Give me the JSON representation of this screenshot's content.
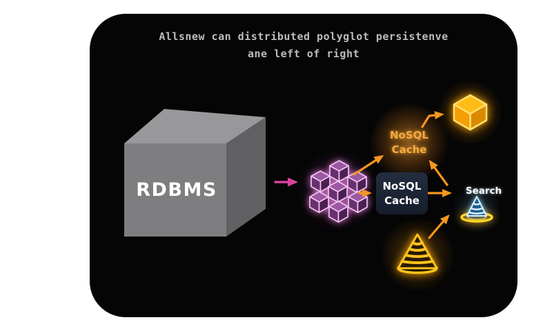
{
  "title": {
    "line1": "Allsnew can distributed polyglot persistenve",
    "line2": "ane left of right"
  },
  "nodes": {
    "rdbms": {
      "label": "RDBMS",
      "shape": "gray-3d-cube"
    },
    "cluster": {
      "icon": "purple-cube-cluster-icon"
    },
    "nosql_top": {
      "line1": "NoSQL",
      "line2": "Cache"
    },
    "nosql_bottom": {
      "line1": "NoSQL",
      "line2": "Cache"
    },
    "search": {
      "label": "Search"
    },
    "store_cube": {
      "icon": "yellow-cube-icon"
    },
    "search_cone": {
      "icon": "blue-cone-icon"
    },
    "bottom_cone": {
      "icon": "yellow-cone-icon"
    }
  },
  "edges": [
    {
      "from": "rdbms",
      "to": "cluster",
      "color": "#d8439c"
    },
    {
      "from": "cluster",
      "to": "nosql_top",
      "color": "#f6951f"
    },
    {
      "from": "cluster",
      "to": "nosql_bottom",
      "color": "#f6951f"
    },
    {
      "from": "nosql_top",
      "to": "store_cube",
      "color": "#f6951f"
    },
    {
      "from": "search",
      "to": "nosql_top",
      "color": "#f6951f"
    },
    {
      "from": "nosql_bottom",
      "to": "search",
      "color": "#f6951f"
    },
    {
      "from": "bottom_cone",
      "to": "search_cone",
      "color": "#f6951f"
    }
  ],
  "colors": {
    "page_bg": "#ffffff",
    "panel_bg": "#050505",
    "title_text": "#bdbdbd",
    "arrow_orange": "#f6951f",
    "arrow_magenta": "#d8439c",
    "nosql_top_text": "#f4ab42",
    "nosql_bottom_text": "#ffffff",
    "nosql_bottom_bg": "#1d2433",
    "neon_purple": "#f3c4f1",
    "neon_yellow": "#ffc41c",
    "cone_blue_outline": "#d9eefb",
    "cube_gray_front": "#7e7e81",
    "cube_gray_top": "#98989b",
    "cube_gray_right": "#606063",
    "label_white": "#ffffff"
  }
}
